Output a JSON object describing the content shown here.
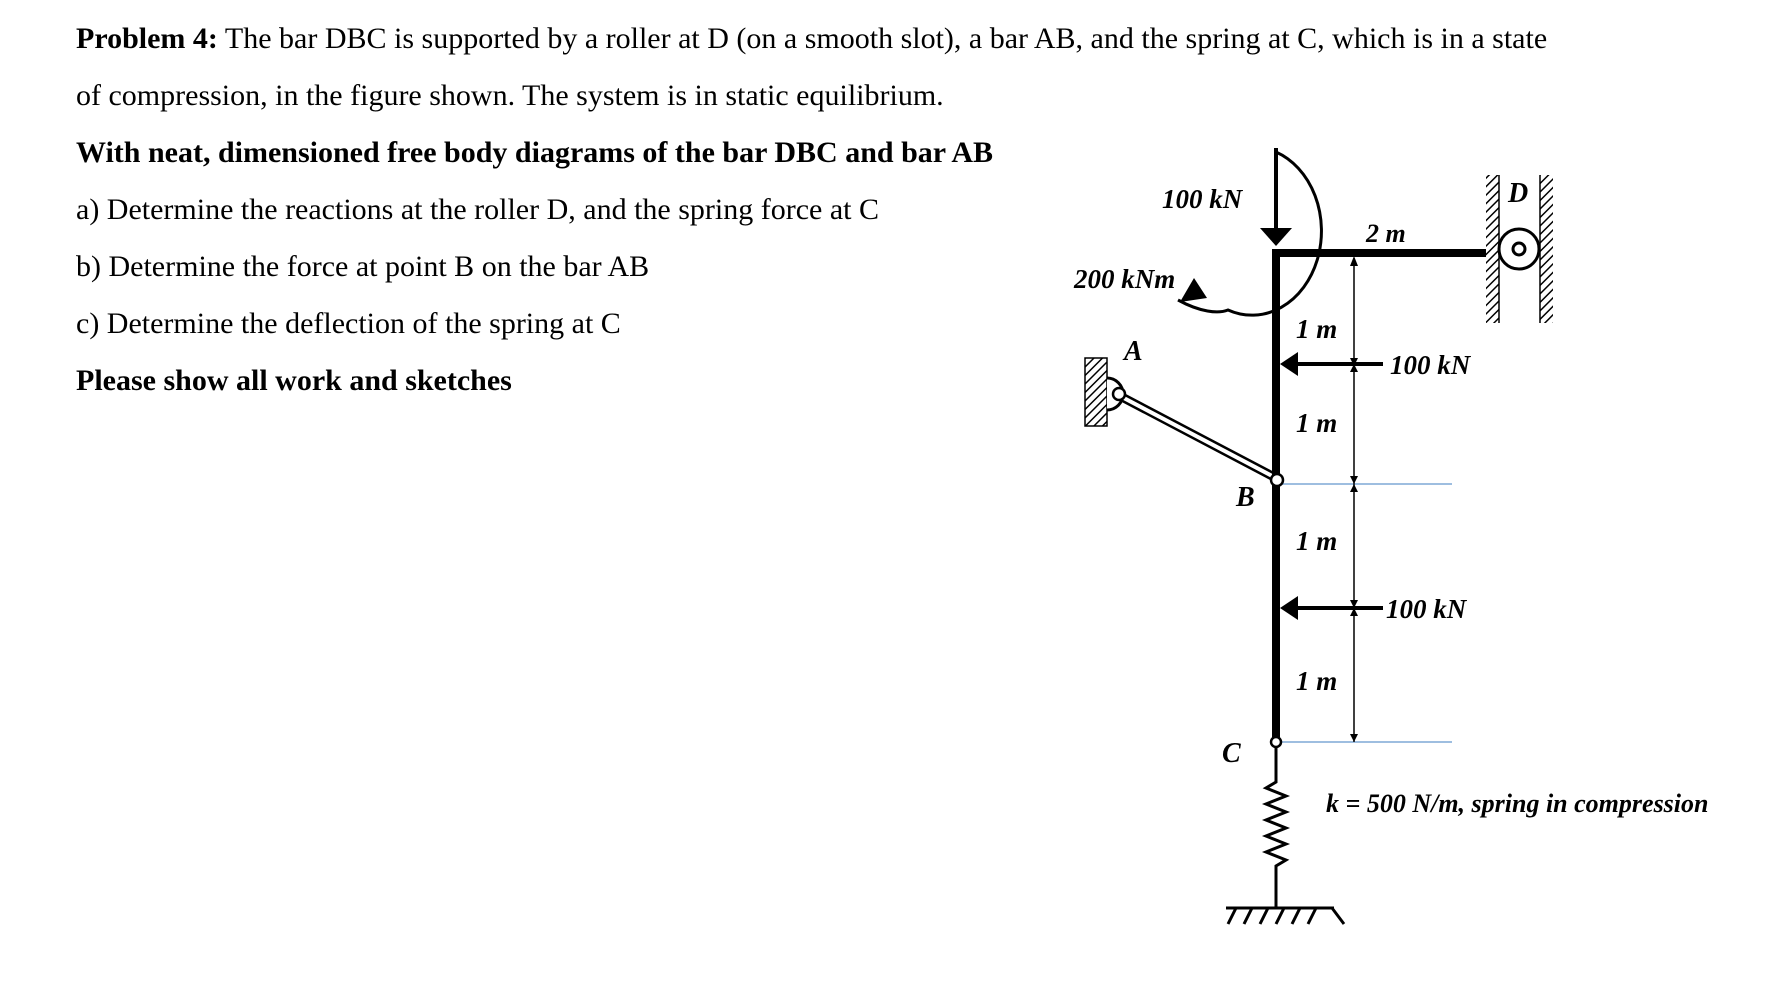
{
  "problem": {
    "heading": "Problem 4:",
    "statement_line1": " The bar DBC is supported by a roller at D (on a smooth slot), a bar AB, and the spring at C, which is in a state",
    "statement_line2": "of compression, in the figure shown. The system is in static equilibrium.",
    "instruction": "With neat, dimensioned free body diagrams of the bar DBC and bar AB",
    "part_a": "a) Determine the reactions at the roller D, and the spring force at C",
    "part_b": "b) Determine the force at point B on the bar AB",
    "part_c": "c) Determine the deflection of the spring at C",
    "closing": "Please show all work and sketches"
  },
  "figure": {
    "load_top": "100 kN",
    "moment": "200 kNm",
    "span_horizontal": "2 m",
    "point_d": "D",
    "point_a": "A",
    "point_b": "B",
    "point_c": "C",
    "dim_1": "1 m",
    "dim_2": "1 m",
    "dim_3": "1 m",
    "dim_4": "1 m",
    "load_mid_1": "100 kN",
    "load_mid_2": "100 kN",
    "spring_note": "k = 500 N/m, spring in compression"
  }
}
